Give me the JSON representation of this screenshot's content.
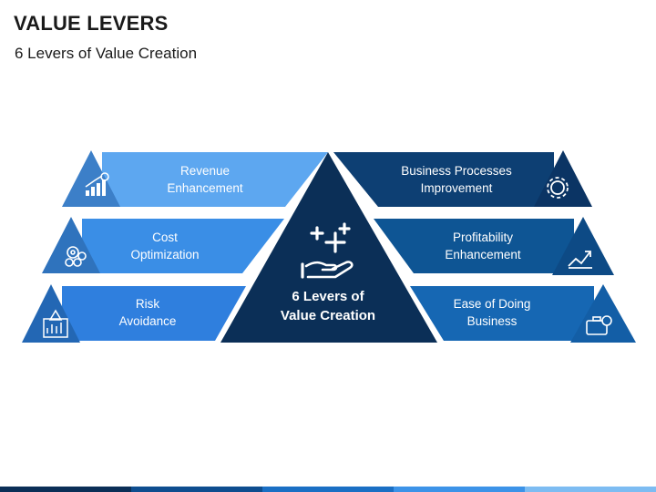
{
  "header": {
    "title": "VALUE LEVERS",
    "subtitle": "6 Levers of Value Creation"
  },
  "center": {
    "label_line1": "6 Levers of",
    "label_line2": "Value Creation",
    "icon": "hand-plus-icon"
  },
  "levers": {
    "left": [
      {
        "line1": "Revenue",
        "line2": "Enhancement",
        "icon": "growth-chart-dollar-icon",
        "color": "#5da7f0"
      },
      {
        "line1": "Cost",
        "line2": "Optimization",
        "icon": "gear-coins-icon",
        "color": "#3a8ee6"
      },
      {
        "line1": "Risk",
        "line2": "Avoidance",
        "icon": "risk-chart-warning-icon",
        "color": "#2f7fde"
      }
    ],
    "right": [
      {
        "line1": "Business Processes",
        "line2": "Improvement",
        "icon": "gear-dollar-icon",
        "color": "#0d3f73"
      },
      {
        "line1": "Profitability",
        "line2": "Enhancement",
        "icon": "profit-arrow-icon",
        "color": "#0e5594"
      },
      {
        "line1": "Ease of Doing",
        "line2": "Business",
        "icon": "briefcase-dollar-icon",
        "color": "#1667b3"
      }
    ]
  },
  "colors": {
    "center": "#0b2f57",
    "footer": [
      "#0b2f57",
      "#0e4d8f",
      "#1a6fc4",
      "#3c93e8",
      "#7dbcf2"
    ]
  }
}
